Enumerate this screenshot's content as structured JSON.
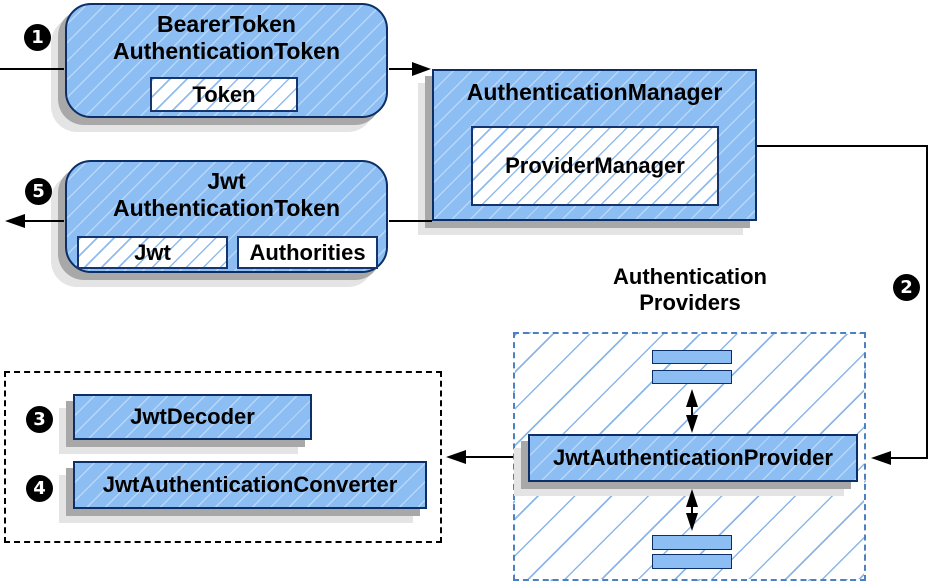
{
  "colors": {
    "node_fill": "#8cbef3",
    "node_border": "#0b2f66",
    "hatch_blue": "#7dafeb",
    "dashed_blue_border": "#4d80c0",
    "connector_black": "#000000",
    "shadow_gray": "#a8a8a8"
  },
  "badges": {
    "step1": "1",
    "step2": "2",
    "step3": "3",
    "step4": "4",
    "step5": "5"
  },
  "nodes": {
    "bearer_token": {
      "title_line1": "BearerToken",
      "title_line2": "AuthenticationToken",
      "field_token": "Token"
    },
    "authentication_manager": {
      "title": "AuthenticationManager",
      "field_provider_manager": "ProviderManager"
    },
    "jwt_authentication_token": {
      "title_line1": "Jwt",
      "title_line2": "AuthenticationToken",
      "field_jwt": "Jwt",
      "field_authorities": "Authorities"
    },
    "jwt_decoder": {
      "label": "JwtDecoder"
    },
    "jwt_authentication_converter": {
      "label": "JwtAuthenticationConverter"
    },
    "jwt_authentication_provider": {
      "label": "JwtAuthenticationProvider"
    },
    "providers_group": {
      "title_line1": "Authentication",
      "title_line2": "Providers"
    }
  }
}
